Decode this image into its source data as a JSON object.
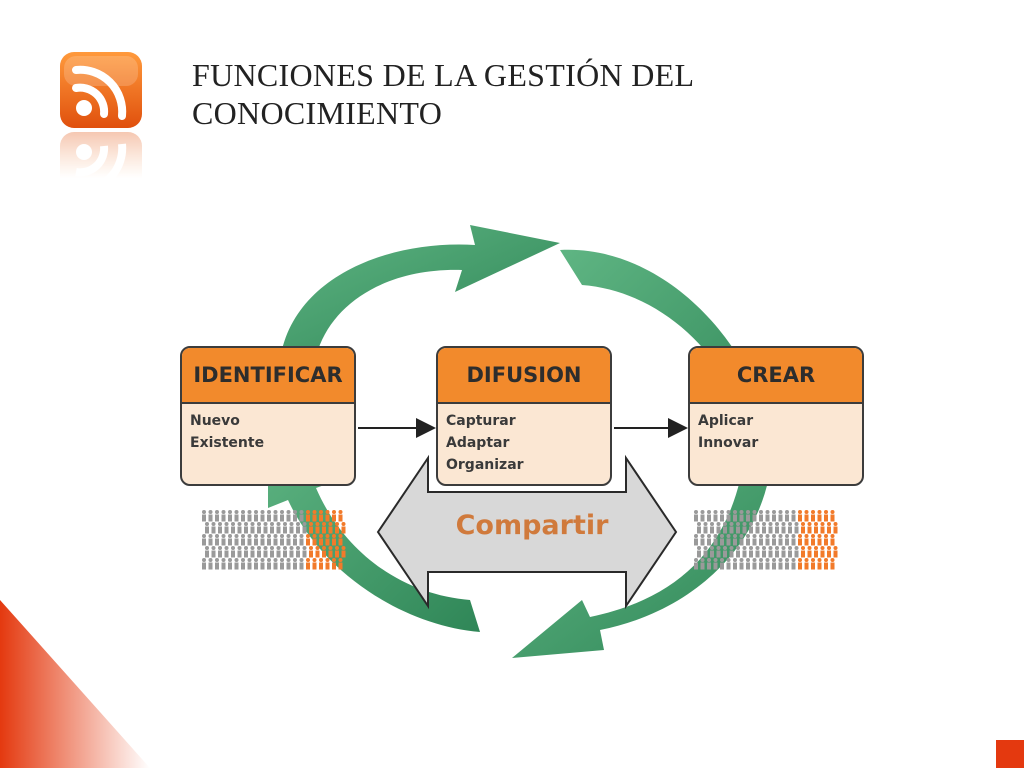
{
  "slide": {
    "title_line1": "FUNCIONES DE LA GESTIÓN DEL",
    "title_line2": "CONOCIMIENTO"
  },
  "diagram": {
    "boxes": [
      {
        "title": "IDENTIFICAR",
        "items": [
          "Nuevo",
          "Existente"
        ]
      },
      {
        "title": "DIFUSION",
        "items": [
          "Capturar",
          "Adaptar",
          "Organizar"
        ]
      },
      {
        "title": "CREAR",
        "items": [
          "Aplicar",
          "Innovar"
        ]
      }
    ],
    "share_label": "Compartir"
  },
  "colors": {
    "accent_orange": "#f28a2c",
    "box_fill": "#fbe7d3",
    "cycle_green": "#3f9a68",
    "share_arrow": "#d8d8d8",
    "share_text": "#d07a3c",
    "corner_red": "#e4390f"
  },
  "icons": [
    "rss-feed-icon",
    "people-crowd-icon"
  ]
}
